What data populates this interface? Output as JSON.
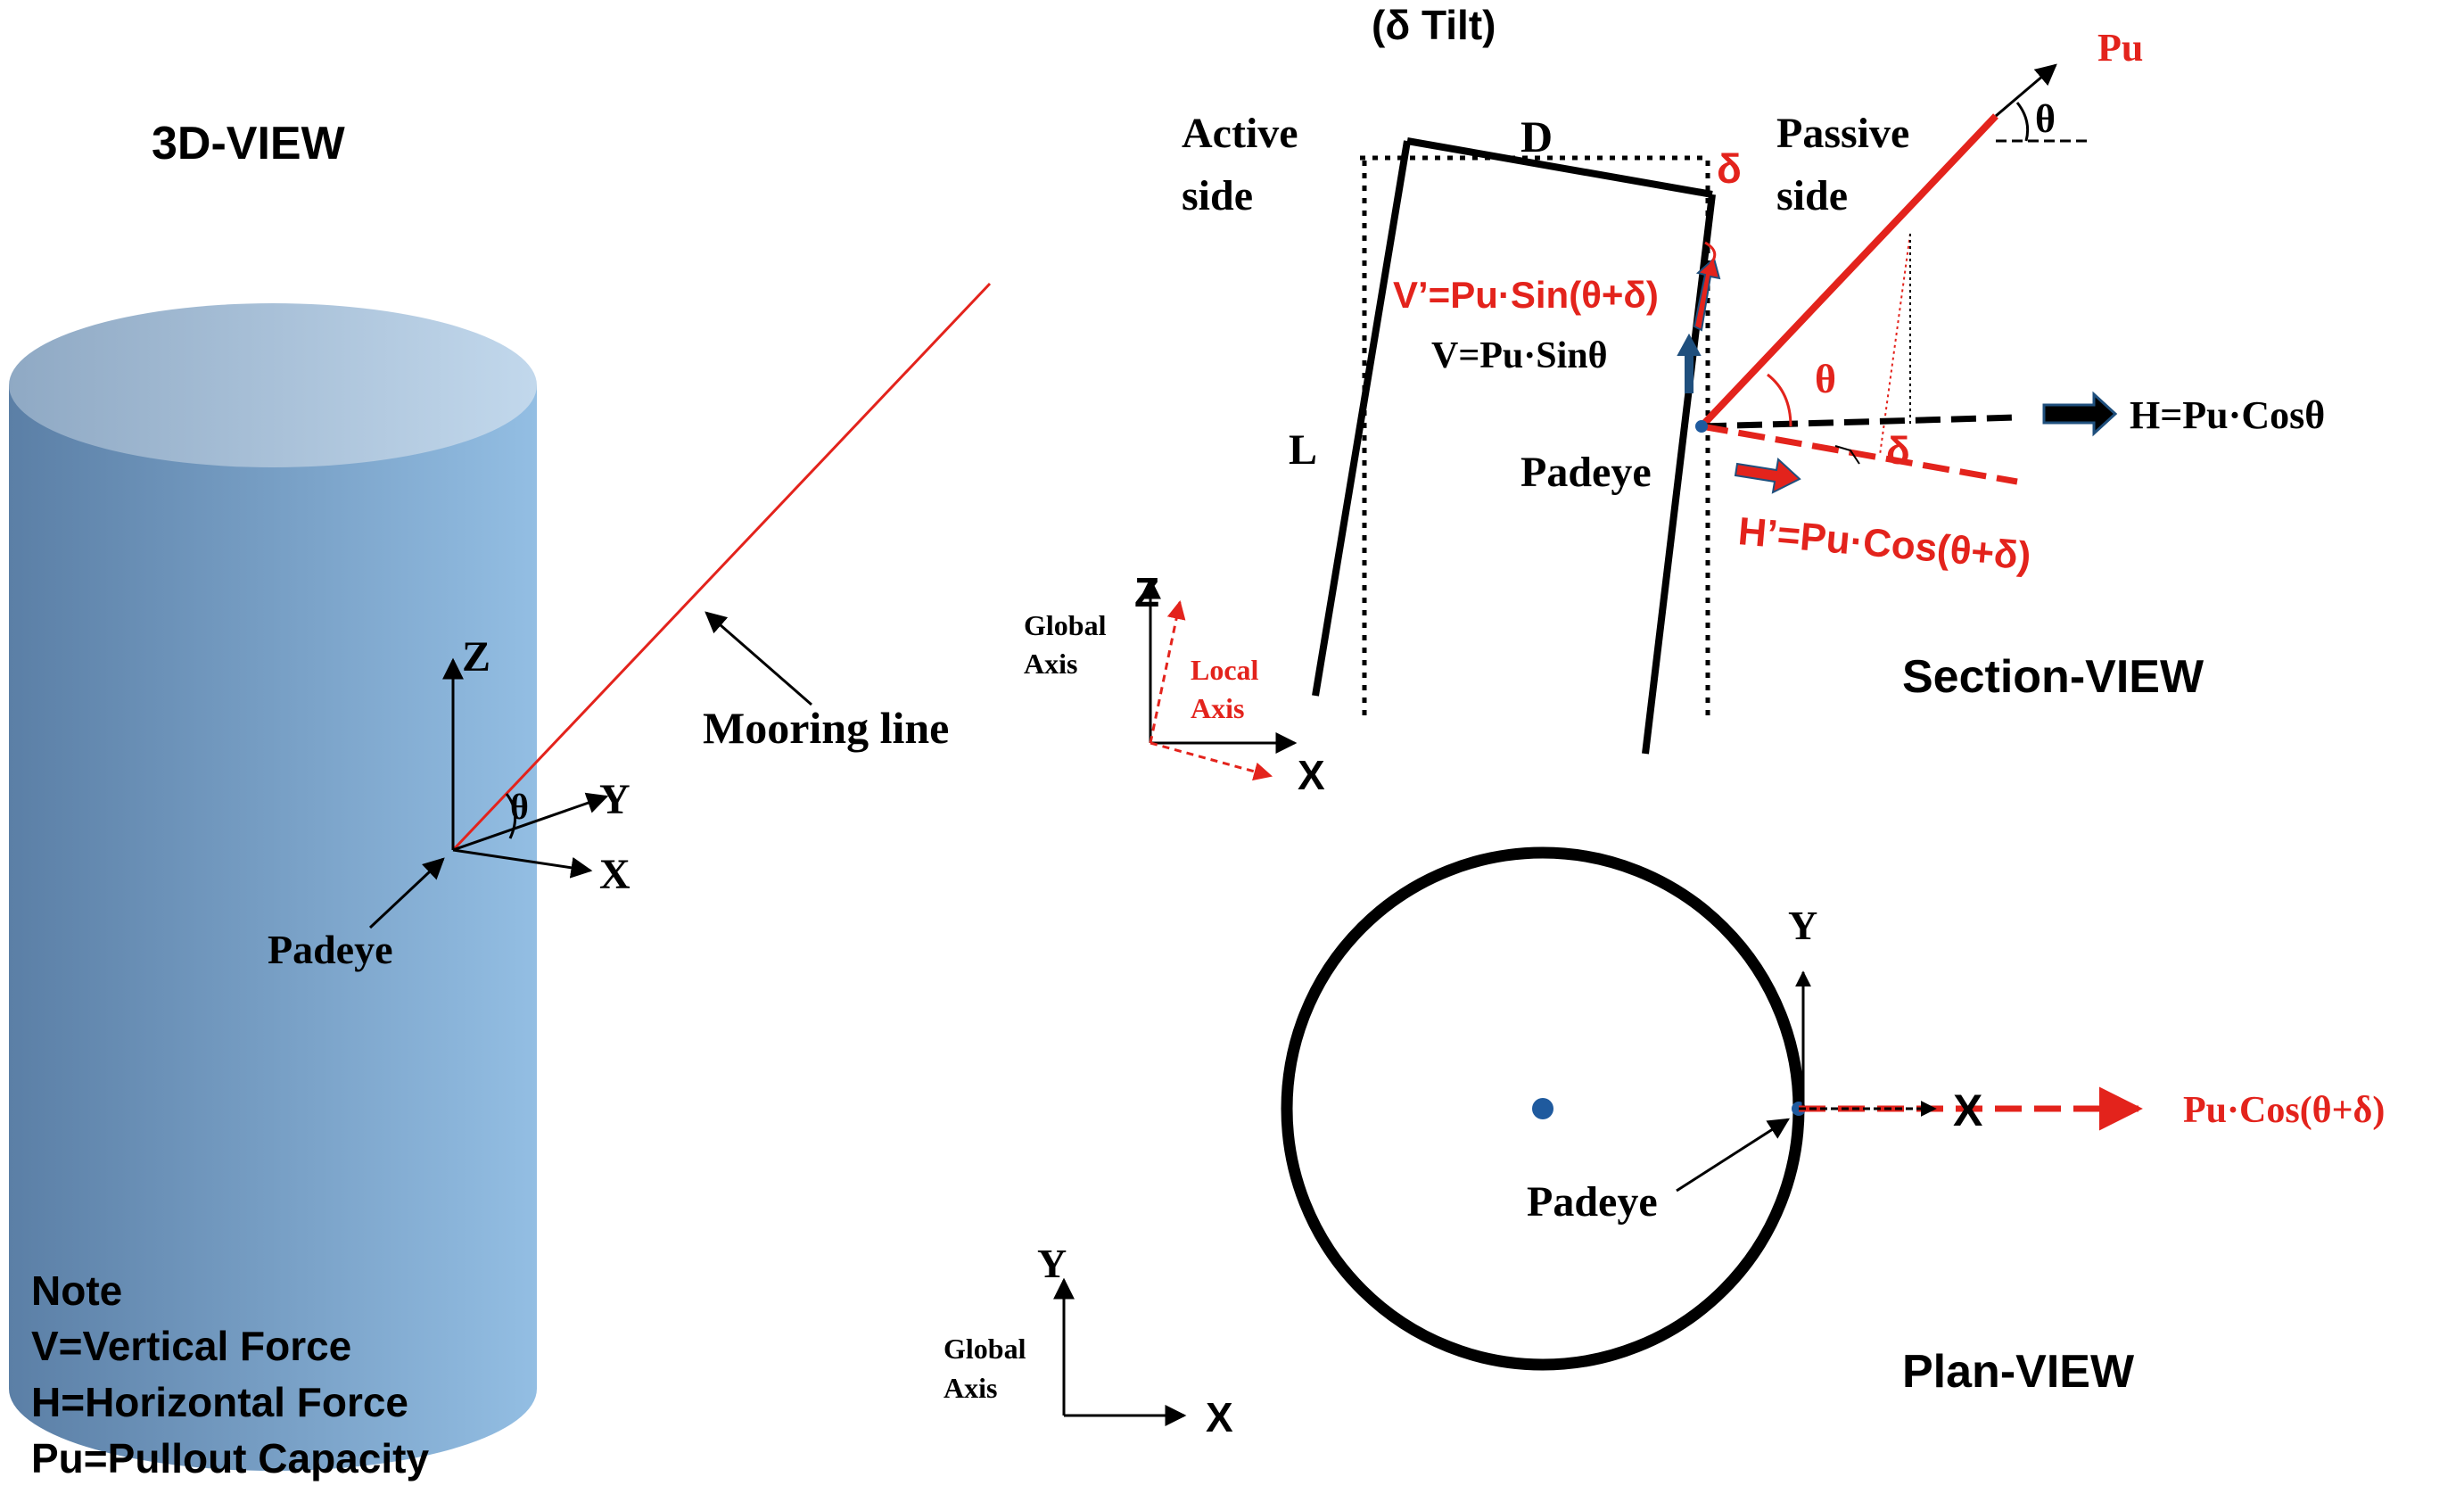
{
  "titles": {
    "view3d": "3D-VIEW",
    "section": "Section-VIEW",
    "plan": "Plan-VIEW",
    "tilt": "(δ Tilt)"
  },
  "view3d": {
    "axis_z": "Z",
    "axis_y": "Y",
    "axis_x": "X",
    "theta": "θ",
    "padeye": "Padeye",
    "mooring_line": "Mooring line"
  },
  "section": {
    "active_side_1": "Active",
    "active_side_2": "side",
    "passive_side_1": "Passive",
    "passive_side_2": "side",
    "d_label": "D",
    "l_label": "L",
    "delta_top": "δ",
    "pu": "Pu",
    "theta_top": "θ",
    "theta_mid": "θ",
    "delta_mid": "δ",
    "v_prime": "V’=Pu·Sin(θ+δ)",
    "v": "V=Pu·Sinθ",
    "h": "H=Pu·Cosθ",
    "h_prime": "H’=Pu·Cos(θ+δ)",
    "padeye": "Padeye",
    "global_axis_1": "Global",
    "global_axis_2": "Axis",
    "local_axis_1": "Local",
    "local_axis_2": "Axis",
    "axis_z": "Z",
    "axis_x": "X"
  },
  "plan": {
    "axis_y_top": "Y",
    "axis_x_mid": "X",
    "pu_cos": "Pu·Cos(θ+δ)",
    "padeye": "Padeye",
    "global_axis_1": "Global",
    "global_axis_2": "Axis",
    "axis_y": "Y",
    "axis_x": "X"
  },
  "note": {
    "title": "Note",
    "line1": "V=Vertical Force",
    "line2": "H=Horizontal Force",
    "line3": "Pu=Pullout Capacity"
  },
  "colors": {
    "accent_red": "#e3231c",
    "cylinder_dark": "#5b7fa6",
    "cylinder_light": "#8fb8dd",
    "arrow_blue": "#1f4f7d",
    "padeye_dot": "#1f5a9e"
  }
}
